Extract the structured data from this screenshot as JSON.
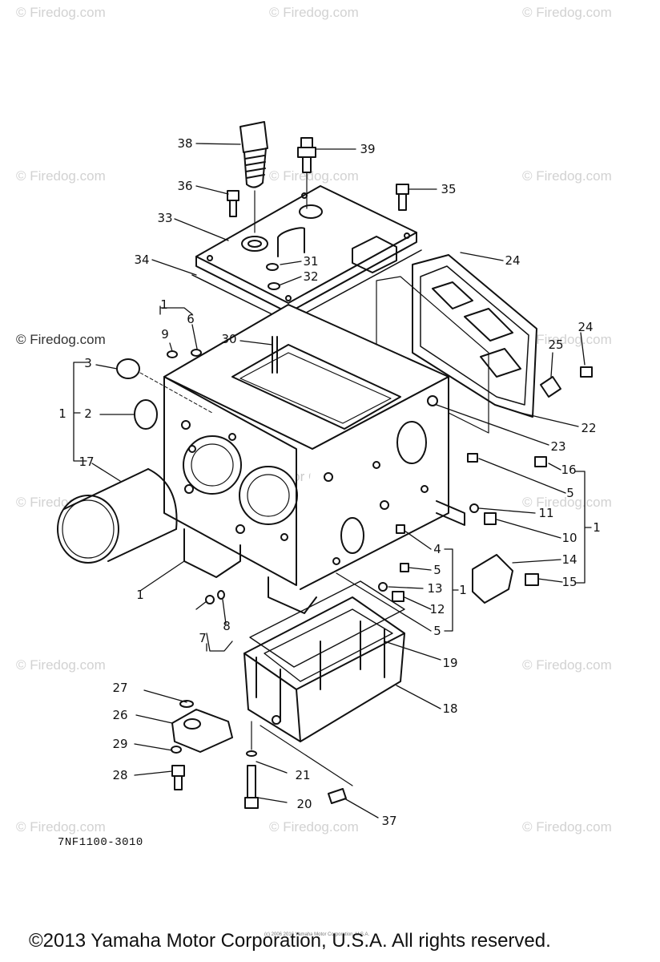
{
  "watermark": {
    "text": "© Firedog.com"
  },
  "center_watermark": "Yamaha Motor Corp, U.S.A.",
  "diagram_code": "7NF1100-3010",
  "small_print": "(c) 2006 2016 Yamaha Motor Corporation, U.S.A.",
  "footer": "©2013 Yamaha Motor Corporation, U.S.A. All rights reserved.",
  "callouts": [
    "38",
    "39",
    "36",
    "35",
    "33",
    "31",
    "34",
    "32",
    "24",
    "1",
    "6",
    "9",
    "30",
    "3",
    "25",
    "24",
    "22",
    "1",
    "2",
    "23",
    "17",
    "16",
    "5",
    "11",
    "10",
    "1",
    "4",
    "5",
    "14",
    "15",
    "1",
    "13",
    "12",
    "1",
    "5",
    "7",
    "8",
    "19",
    "27",
    "18",
    "26",
    "29",
    "21",
    "28",
    "20",
    "37"
  ]
}
